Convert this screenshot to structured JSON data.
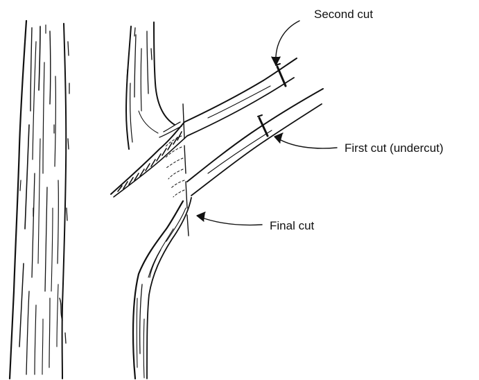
{
  "labels": {
    "second_cut": "Second cut",
    "first_cut": "First cut (undercut)",
    "final_cut": "Final cut"
  },
  "colors": {
    "ink": "#111111",
    "background": "#ffffff"
  }
}
